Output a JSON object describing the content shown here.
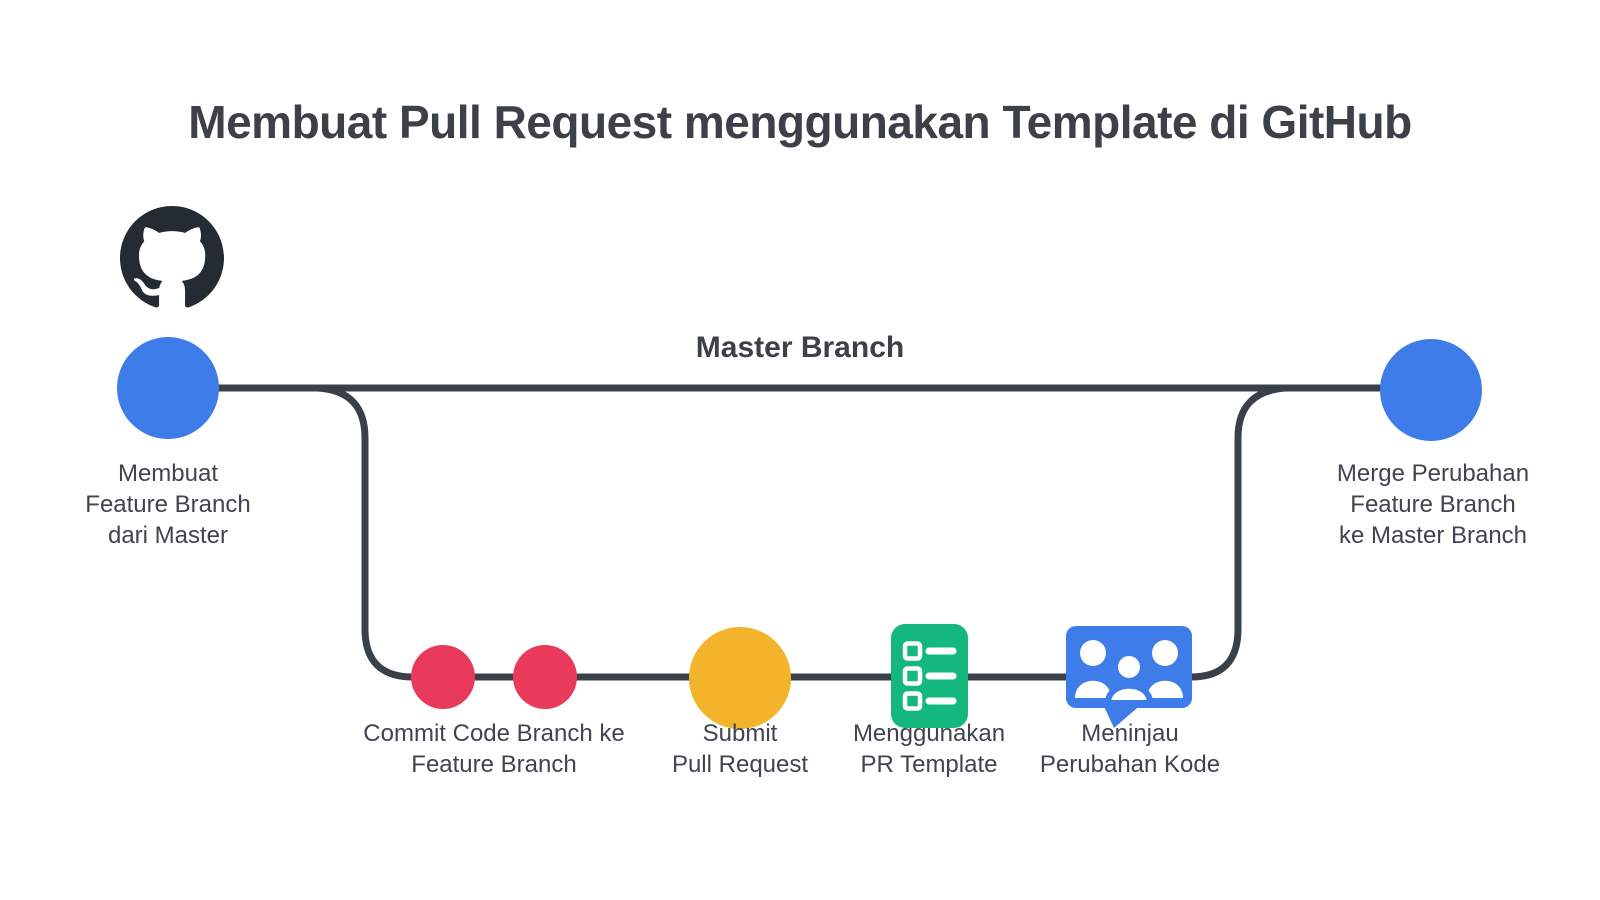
{
  "title": "Membuat Pull Request menggunakan Template di GitHub",
  "diagram": {
    "master_branch": {
      "label": "Master Branch"
    },
    "nodes": {
      "create_branch": {
        "label": "Membuat\nFeature Branch\ndari Master"
      },
      "merge": {
        "label": "Merge Perubahan\nFeature Branch\nke Master Branch"
      },
      "commit": {
        "label": "Commit Code Branch ke\nFeature Branch"
      },
      "submit_pr": {
        "label": "Submit\nPull Request"
      },
      "pr_template": {
        "label": "Menggunakan\nPR Template"
      },
      "review": {
        "label": "Meninjau\nPerubahan Kode"
      }
    },
    "icons": {
      "github_logo": "github-octocat",
      "pr_template": "checklist-card",
      "review": "people-speech-bubble"
    }
  },
  "colors": {
    "background": "#ffffff",
    "blue": "#3e7de9",
    "red": "#e93a5c",
    "yellow": "#f3b32a",
    "green": "#15b87c",
    "line": "#3a4049",
    "text": "#3f4450",
    "text-dark": "#3b4049",
    "logo": "#252b33"
  }
}
